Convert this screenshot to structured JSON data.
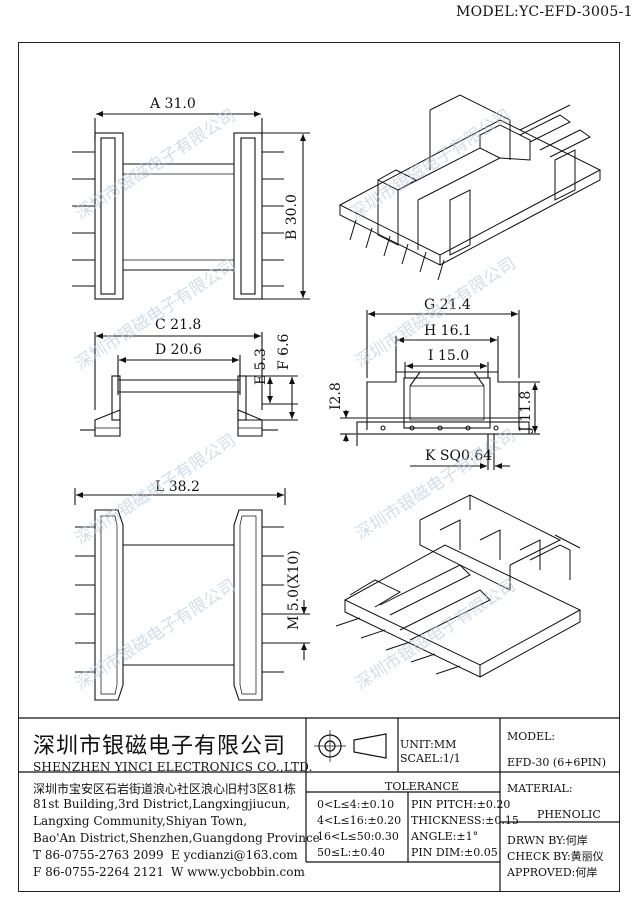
{
  "header": {
    "model": "MODEL:YC-EFD-3005-1"
  },
  "dimensions": {
    "a": "A 31.0",
    "b": "B 30.0",
    "c": "C 21.8",
    "d": "D 20.6",
    "e": "E 5.3",
    "f": "F 6.6",
    "g": "G 21.4",
    "h": "H 16.1",
    "i": "I 15.0",
    "i2": "I2.8",
    "j": "J 11.8",
    "k": "K SQ0.64",
    "l": "L 38.2",
    "m": "M 5.0(X10)"
  },
  "watermark": "深圳市银磁电子有限公司",
  "title_block": {
    "company_cn": "深圳市银磁电子有限公司",
    "company_en": "SHENZHEN YINCI ELECTRONICS CO.,LTD.",
    "address_lines": [
      "深圳市宝安区石岩街道浪心社区浪心旧村3区81栋",
      "81st Building,3rd District,Langxingjiucun,",
      "Langxing Community,Shiyan Town,",
      "Bao'An District,Shenzhen,Guangdong Province"
    ],
    "tel": "T 86-0755-2763 2099",
    "email": "E ycdianzi@163.com",
    "fax": "F 86-0755-2264 2121",
    "web": "W www.ycbobbin.com",
    "unit": "UNIT:MM",
    "scale": "SCAEL:1/1",
    "tolerance_title": "TOLERANCE",
    "tolerance_left": [
      "0<L≤4:±0.10",
      "4<L≤16:±0.20",
      "16<L≤50:0.30",
      "50≤L:±0.40"
    ],
    "tolerance_right": [
      "PIN PITCH:±0.20",
      "THICKNESS:±0.15",
      "ANGLE:±1°",
      "PIN DIM:±0.05"
    ],
    "model_label": "MODEL:",
    "model_value": "EFD-30 (6+6PIN)",
    "material_label": "MATERIAL:",
    "material_value": "PHENOLIC",
    "drawn_by": "DRWN BY:何岸",
    "check_by": "CHECK BY:黄丽仪",
    "approved": "APPROVED:何岸"
  }
}
